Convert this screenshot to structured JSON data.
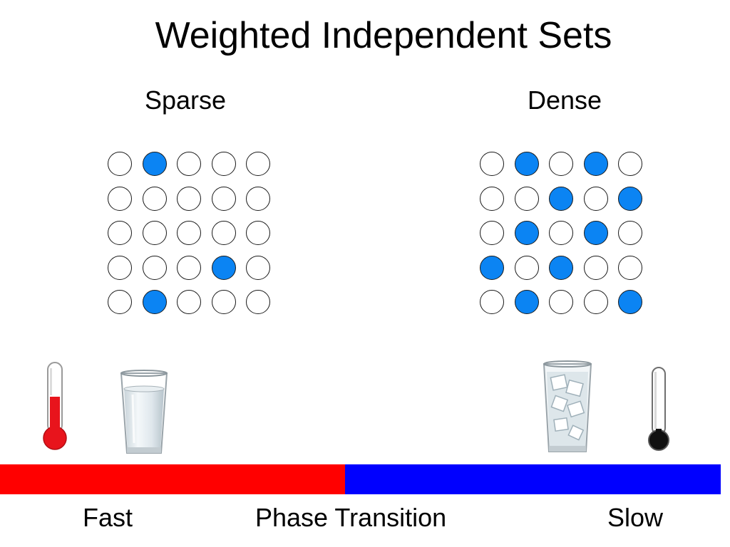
{
  "title": "Weighted Independent Sets",
  "sparse": {
    "label": "Sparse",
    "grid": [
      [
        0,
        1,
        0,
        0,
        0
      ],
      [
        0,
        0,
        0,
        0,
        0
      ],
      [
        0,
        0,
        0,
        0,
        0
      ],
      [
        0,
        0,
        0,
        1,
        0
      ],
      [
        0,
        1,
        0,
        0,
        0
      ]
    ]
  },
  "dense": {
    "label": "Dense",
    "grid": [
      [
        0,
        1,
        0,
        1,
        0
      ],
      [
        0,
        0,
        1,
        0,
        1
      ],
      [
        0,
        1,
        0,
        1,
        0
      ],
      [
        1,
        0,
        1,
        0,
        0
      ],
      [
        0,
        1,
        0,
        0,
        1
      ]
    ]
  },
  "scale": {
    "left_label": "Fast",
    "middle_label": "Phase Transition",
    "right_label": "Slow",
    "left_color": "#ff0000",
    "right_color": "#0000ff"
  },
  "icons": {
    "left": [
      "thermometer-hot-icon",
      "glass-of-water-icon"
    ],
    "right": [
      "glass-of-ice-water-icon",
      "thermometer-cold-icon"
    ]
  },
  "colors": {
    "dot_filled": "#0b84f3",
    "dot_outline": "#1a1a1a"
  }
}
